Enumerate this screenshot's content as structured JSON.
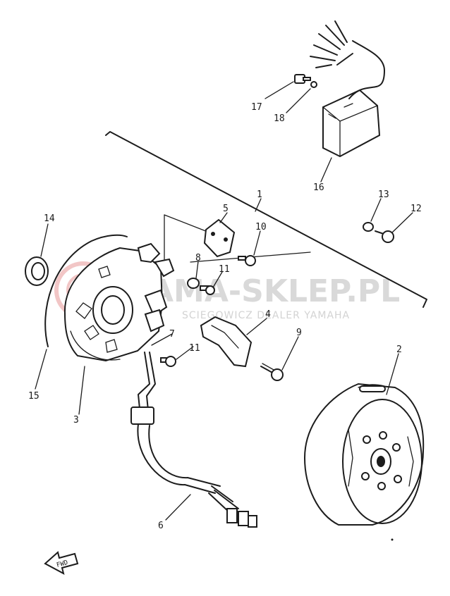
{
  "callouts": [
    "1",
    "2",
    "3",
    "4",
    "5",
    "6",
    "7",
    "8",
    "9",
    "10",
    "11",
    "11",
    "12",
    "13",
    "14",
    "15",
    "16",
    "17",
    "18"
  ],
  "fwd_label": "FWD",
  "watermark": {
    "main": "AMA-SKLEP.PL",
    "sub": "SCIEGOWICZ DEALER YAMAHA",
    "color": "#f2c6c6"
  }
}
